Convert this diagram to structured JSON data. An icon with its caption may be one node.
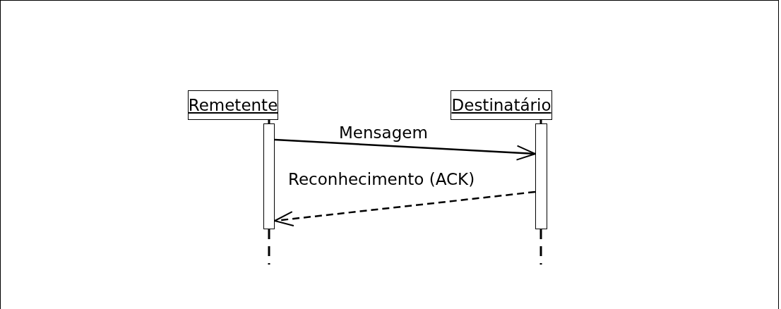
{
  "diagram": {
    "nodes": [
      {
        "text": [
          "Remetente"
        ]
      },
      {
        "text": [
          "Destinatário"
        ]
      },
      {
        "text": [],
        "shape": "bar"
      },
      {
        "text": [],
        "shape": "bar"
      }
    ],
    "edges": [
      {
        "from": 0,
        "to": 2,
        "arrow": "none",
        "style": "dashed"
      },
      {
        "from": 1,
        "to": 3,
        "arrow": "none",
        "style": "dashed"
      },
      {
        "from": 2,
        "to": null,
        "arrow": "none",
        "style": "dashed"
      },
      {
        "from": 3,
        "to": null,
        "arrow": "none",
        "style": "dashed"
      },
      {
        "from": 2,
        "to": 3,
        "arrow": "to",
        "label": "Mensagem"
      },
      {
        "from": 3,
        "to": 2,
        "arrow": "to",
        "label": "Reconhecimento (ACK)",
        "style": "dashed"
      }
    ]
  }
}
